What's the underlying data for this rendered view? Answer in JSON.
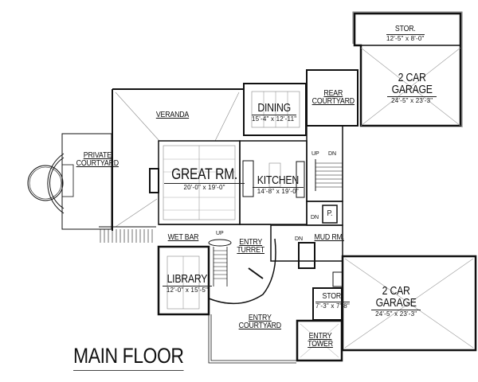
{
  "title": "MAIN FLOOR",
  "rooms": {
    "storage_top": {
      "name": "STOR.",
      "dim": "12'-5\" x 8'-0\""
    },
    "garage_top": {
      "name_line1": "2 CAR",
      "name_line2": "GARAGE",
      "dim": "24'-5\" x 23'-3\""
    },
    "dining": {
      "name": "DINING",
      "dim": "15'-4\" x 12'-11\""
    },
    "rear_courtyard": {
      "name_line1": "REAR",
      "name_line2": "COURTYARD"
    },
    "veranda": {
      "name": "VERANDA"
    },
    "private_courtyard": {
      "name_line1": "PRIVATE",
      "name_line2": "COURTYARD"
    },
    "great_room": {
      "name": "GREAT RM.",
      "dim": "20'-0\" x 19'-0\""
    },
    "kitchen": {
      "name": "KITCHEN",
      "dim": "14'-8\" x 19'-0\""
    },
    "wet_bar": {
      "name": "WET BAR"
    },
    "entry_turret": {
      "name_line1": "ENTRY",
      "name_line2": "TURRET"
    },
    "library": {
      "name": "LIBRARY",
      "dim": "12'-0\" x 15'-5\""
    },
    "mud_room": {
      "name": "MUD RM."
    },
    "pantry": {
      "name": "P."
    },
    "storage_bottom": {
      "name": "STOR.",
      "dim": "7'-3\" x 7'-8\""
    },
    "garage_bottom": {
      "name_line1": "2 CAR",
      "name_line2": "GARAGE",
      "dim": "24'-5\" x 23'-3\""
    },
    "entry_courtyard": {
      "name_line1": "ENTRY",
      "name_line2": "COURTYARD"
    },
    "entry_tower": {
      "name_line1": "ENTRY",
      "name_line2": "TOWER"
    }
  },
  "stair_labels": {
    "main_up": "UP",
    "main_dn": "DN",
    "turret_up": "UP",
    "kitchen_dn": "DN",
    "mud_dn": "DN"
  },
  "colors": {
    "line": "#111111",
    "thin": "#555555",
    "background": "#ffffff"
  }
}
